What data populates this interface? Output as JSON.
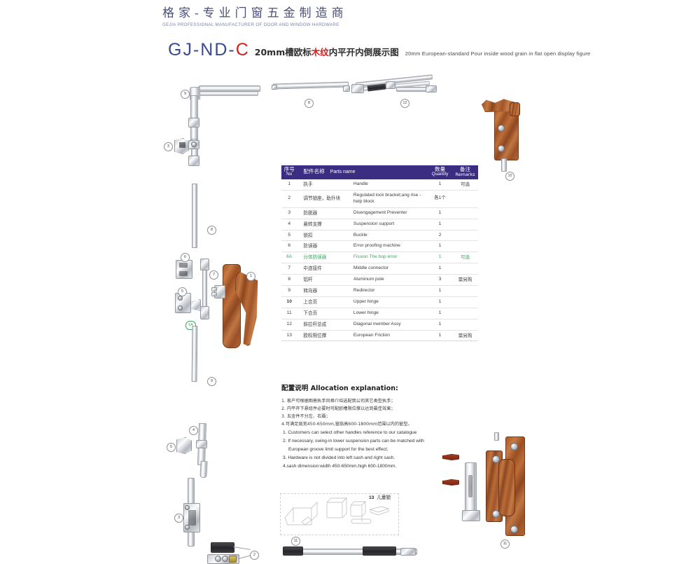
{
  "header": {
    "brand_cn": "格家-专业门窗五金制造商",
    "brand_en": "GEJIA PROFESSIONAL MANUFACTURER OF DOOR AND WINDOW HARDWARE"
  },
  "title": {
    "code_prefix": "GJ-ND-",
    "code_suffix": "C",
    "cn_a": "20mm槽欧标",
    "cn_red": "木纹",
    "cn_b": "内平开内倒展示图",
    "en": "20mm European-standard Pour inside wood grain in flat open display figure"
  },
  "table": {
    "headers": {
      "no_cn": "序号",
      "no_en": "No",
      "name_cn": "配件名称",
      "name_en": "Parts name",
      "qty_cn": "数量",
      "qty_en": "Quantity",
      "rm_cn": "备注",
      "rm_en": "Remarks"
    },
    "rows": [
      {
        "no": "1",
        "cn": "执手",
        "en": "Handle",
        "qty": "1",
        "rm": "可选",
        "hi": false
      },
      {
        "no": "2",
        "cn": "调节锁座，助升块",
        "en": "Regulated lock bracket;ang rise -help block",
        "qty": "各1个",
        "rm": "",
        "hi": false
      },
      {
        "no": "3",
        "cn": "防脱器",
        "en": "Disengagement Preventer",
        "qty": "1",
        "rm": "",
        "hi": false
      },
      {
        "no": "4",
        "cn": "悬转支撑",
        "en": "Suspension support",
        "qty": "1",
        "rm": "",
        "hi": false
      },
      {
        "no": "5",
        "cn": "锁扣",
        "en": "Buckle",
        "qty": "2",
        "rm": "",
        "hi": false
      },
      {
        "no": "6",
        "cn": "防误器",
        "en": "Error proofing machine",
        "qty": "1",
        "rm": "",
        "hi": false
      },
      {
        "no": "6A",
        "cn": "分体防误器",
        "en": "Fission The bop error",
        "qty": "1",
        "rm": "可选",
        "hi": true
      },
      {
        "no": "7",
        "cn": "中连接件",
        "en": "Middle connector",
        "qty": "1",
        "rm": "",
        "hi": false
      },
      {
        "no": "8",
        "cn": "铝杆",
        "en": "Aluminum pole",
        "qty": "3",
        "rm": "需另购",
        "hi": false
      },
      {
        "no": "9",
        "cn": "转向器",
        "en": "Redirector",
        "qty": "1",
        "rm": "",
        "hi": false
      },
      {
        "no": "10",
        "cn": "上合页",
        "en": "Upper hinge",
        "qty": "1",
        "rm": "",
        "hi": false
      },
      {
        "no": "11",
        "cn": "下合页",
        "en": "Lower hinge",
        "qty": "1",
        "rm": "",
        "hi": false
      },
      {
        "no": "12",
        "cn": "斜拉杆总成",
        "en": "Diagonal member Assy",
        "qty": "1",
        "rm": "",
        "hi": false
      },
      {
        "no": "13",
        "cn": "欧标限位撑",
        "en": "European Friction",
        "qty": "1",
        "rm": "需另购",
        "hi": false
      }
    ]
  },
  "explanation": {
    "heading": "配置说明 Allocation explanation:",
    "cn_lines": [
      "1. 客户可根据图册执手风格介绍选配我公司其它类型执手；",
      "2. 内平开下悬组件必要时可配欧槽限位撑以达到最佳效果；",
      "3. 五金件不分左、右霸；",
      "4.可满足扇宽450-650mm,窗扇高600-1800mm范围以内的窗型。"
    ],
    "en_lines": [
      "1. Customers can select other handles reference to our catalogue",
      "2. If necessary, swing-in lower suspension parts can be matched with",
      "European groove limit support for the best effect;",
      "3. Hardware is not divided into left sash and right sash.",
      "4.sash dimension:width 450-650mm,high 600-1800mm."
    ]
  },
  "child_lock": {
    "no": "13",
    "label": "儿童锁"
  },
  "callouts": [
    {
      "id": "cal-9",
      "n": "9"
    },
    {
      "id": "cal-3",
      "n": "3"
    },
    {
      "id": "cal-8a",
      "n": "8"
    },
    {
      "id": "cal-8b",
      "n": "8"
    },
    {
      "id": "cal-12",
      "n": "12"
    },
    {
      "id": "cal-10",
      "n": "10"
    },
    {
      "id": "cal-6",
      "n": "6"
    },
    {
      "id": "cal-7",
      "n": "7"
    },
    {
      "id": "cal-1",
      "n": "1"
    },
    {
      "id": "cal-5a",
      "n": "5"
    },
    {
      "id": "cal-6a",
      "n": "6A"
    },
    {
      "id": "cal-9b",
      "n": "9"
    },
    {
      "id": "cal-4",
      "n": "4"
    },
    {
      "id": "cal-5b",
      "n": "5"
    },
    {
      "id": "cal-3b",
      "n": "3"
    },
    {
      "id": "cal-2",
      "n": "2"
    },
    {
      "id": "cal-11d",
      "n": "11"
    },
    {
      "id": "cal-11h",
      "n": "11"
    }
  ],
  "colors": {
    "table_header_bg": "#3a2d82",
    "accent_red": "#d21f1f",
    "highlight_green": "#36a85c",
    "title_blue": "#3b4a8c",
    "wood": "#a85a2a"
  }
}
